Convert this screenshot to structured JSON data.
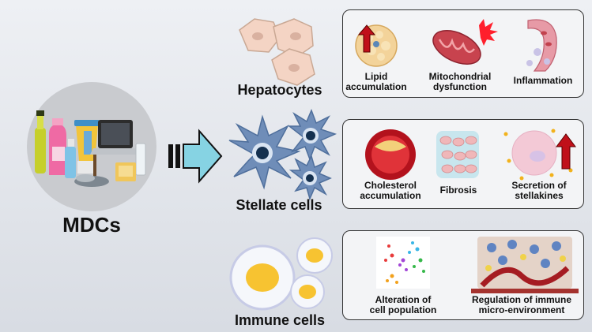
{
  "source": {
    "label": "MDCs",
    "icons": [
      "oil-bottle-icon",
      "detergent-bottle-icon",
      "blender-icon",
      "laptop-icon",
      "fish-icon",
      "food-package-icon"
    ]
  },
  "rows": [
    {
      "cell_label": "Hepatocytes",
      "effects": [
        {
          "label": "Lipid\naccumulation",
          "icon": "lipid-droplet-icon"
        },
        {
          "label": "Mitochondrial\ndysfunction",
          "icon": "mitochondrion-icon"
        },
        {
          "label": "Inflammation",
          "icon": "inflamed-vessel-icon"
        }
      ]
    },
    {
      "cell_label": "Stellate cells",
      "effects": [
        {
          "label": "Cholesterol\naccumulation",
          "icon": "blocked-artery-icon"
        },
        {
          "label": "Fibrosis",
          "icon": "fibrosis-tissue-icon"
        },
        {
          "label": "Secretion of\nstellakines",
          "icon": "secreting-cell-icon"
        }
      ]
    },
    {
      "cell_label": "Immune cells",
      "effects": [
        {
          "label": "Alteration of\ncell population",
          "icon": "cell-cluster-plot-icon"
        },
        {
          "label": "Regulation of immune\nmicro-environment",
          "icon": "immune-microenvironment-icon"
        }
      ]
    }
  ],
  "colors": {
    "arrow_fill": "#86d3e3",
    "up_arrow": "#c0101a",
    "panel_border": "#333333"
  }
}
